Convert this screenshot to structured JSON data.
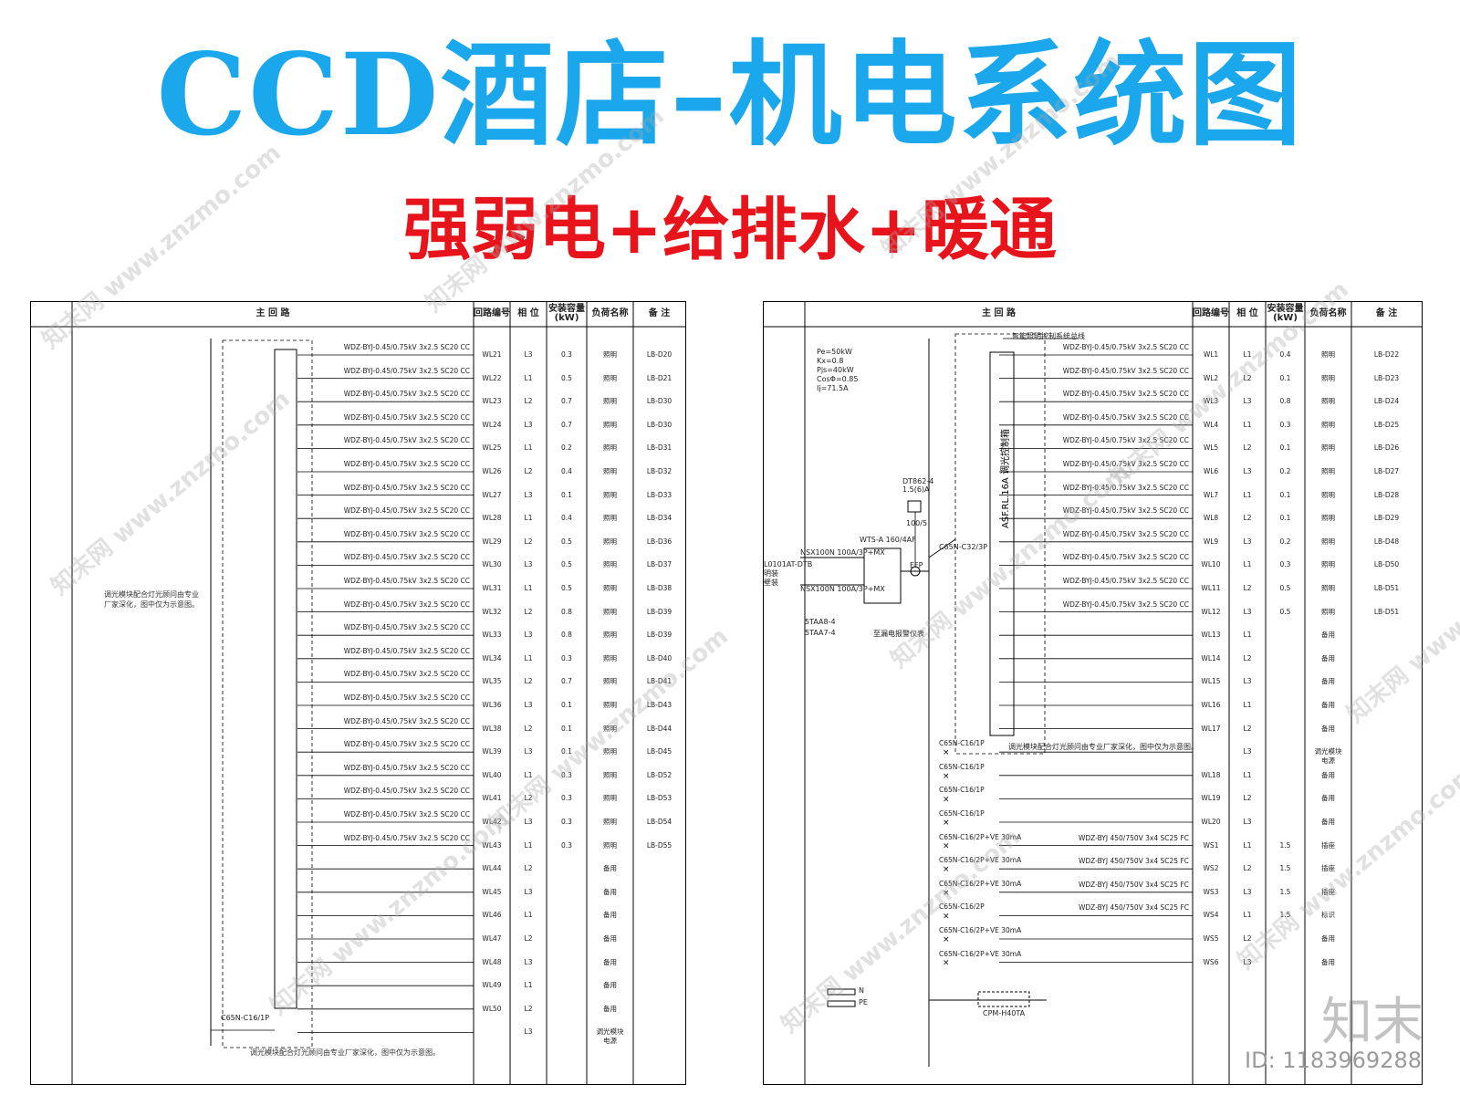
{
  "title": "CCD酒店–机电系统图",
  "subtitle": "强弱电+给排水+暖通",
  "colors": {
    "title": "#1aa7ec",
    "subtitle": "#e8141c",
    "line": "#000000"
  },
  "table_headers": {
    "main_circuit": "主 回 路",
    "circuit_no": "回路编号",
    "phase": "相 位",
    "capacity": "安装容量\n(kW)",
    "load_name": "负荷名称",
    "remark": "备 注"
  },
  "left": {
    "side_note": "调光模块配合灯光顾问由专业\n厂家深化，图中仅为示意图。",
    "bottom_note": "调光模块配合灯光顾问由专业厂家深化，图中仅为示意图。",
    "breaker": "C65N-C16/1P",
    "rows": [
      {
        "cable": "WDZ-BYJ-0.45/0.75kV 3x2.5 SC20 CC",
        "no": "WL21",
        "phase": "L3",
        "kw": "0.3",
        "load": "照明",
        "remark": "LB-D20"
      },
      {
        "cable": "WDZ-BYJ-0.45/0.75kV 3x2.5 SC20 CC",
        "no": "WL22",
        "phase": "L1",
        "kw": "0.5",
        "load": "照明",
        "remark": "LB-D21"
      },
      {
        "cable": "WDZ-BYJ-0.45/0.75kV 3x2.5 SC20 CC",
        "no": "WL23",
        "phase": "L2",
        "kw": "0.7",
        "load": "照明",
        "remark": "LB-D30"
      },
      {
        "cable": "WDZ-BYJ-0.45/0.75kV 3x2.5 SC20 CC",
        "no": "WL24",
        "phase": "L3",
        "kw": "0.7",
        "load": "照明",
        "remark": "LB-D30"
      },
      {
        "cable": "WDZ-BYJ-0.45/0.75kV 3x2.5 SC20 CC",
        "no": "WL25",
        "phase": "L1",
        "kw": "0.2",
        "load": "照明",
        "remark": "LB-D31"
      },
      {
        "cable": "WDZ-BYJ-0.45/0.75kV 3x2.5 SC20 CC",
        "no": "WL26",
        "phase": "L2",
        "kw": "0.4",
        "load": "照明",
        "remark": "LB-D32"
      },
      {
        "cable": "WDZ-BYJ-0.45/0.75kV 3x2.5 SC20 CC",
        "no": "WL27",
        "phase": "L3",
        "kw": "0.1",
        "load": "照明",
        "remark": "LB-D33"
      },
      {
        "cable": "WDZ-BYJ-0.45/0.75kV 3x2.5 SC20 CC",
        "no": "WL28",
        "phase": "L1",
        "kw": "0.4",
        "load": "照明",
        "remark": "LB-D34"
      },
      {
        "cable": "WDZ-BYJ-0.45/0.75kV 3x2.5 SC20 CC",
        "no": "WL29",
        "phase": "L2",
        "kw": "0.5",
        "load": "照明",
        "remark": "LB-D36"
      },
      {
        "cable": "WDZ-BYJ-0.45/0.75kV 3x2.5 SC20 CC",
        "no": "WL30",
        "phase": "L3",
        "kw": "0.5",
        "load": "照明",
        "remark": "LB-D37"
      },
      {
        "cable": "WDZ-BYJ-0.45/0.75kV 3x2.5 SC20 CC",
        "no": "WL31",
        "phase": "L1",
        "kw": "0.5",
        "load": "照明",
        "remark": "LB-D38"
      },
      {
        "cable": "WDZ-BYJ-0.45/0.75kV 3x2.5 SC20 CC",
        "no": "WL32",
        "phase": "L2",
        "kw": "0.8",
        "load": "照明",
        "remark": "LB-D39"
      },
      {
        "cable": "WDZ-BYJ-0.45/0.75kV 3x2.5 SC20 CC",
        "no": "WL33",
        "phase": "L3",
        "kw": "0.8",
        "load": "照明",
        "remark": "LB-D39"
      },
      {
        "cable": "WDZ-BYJ-0.45/0.75kV 3x2.5 SC20 CC",
        "no": "WL34",
        "phase": "L1",
        "kw": "0.3",
        "load": "照明",
        "remark": "LB-D40"
      },
      {
        "cable": "WDZ-BYJ-0.45/0.75kV 3x2.5 SC20 CC",
        "no": "WL35",
        "phase": "L2",
        "kw": "0.7",
        "load": "照明",
        "remark": "LB-D41"
      },
      {
        "cable": "WDZ-BYJ-0.45/0.75kV 3x2.5 SC20 CC",
        "no": "WL36",
        "phase": "L3",
        "kw": "0.1",
        "load": "照明",
        "remark": "LB-D43"
      },
      {
        "cable": "WDZ-BYJ-0.45/0.75kV 3x2.5 SC20 CC",
        "no": "WL38",
        "phase": "L2",
        "kw": "0.1",
        "load": "照明",
        "remark": "LB-D44"
      },
      {
        "cable": "WDZ-BYJ-0.45/0.75kV 3x2.5 SC20 CC",
        "no": "WL39",
        "phase": "L3",
        "kw": "0.1",
        "load": "照明",
        "remark": "LB-D45"
      },
      {
        "cable": "WDZ-BYJ-0.45/0.75kV 3x2.5 SC20 CC",
        "no": "WL40",
        "phase": "L1",
        "kw": "0.3",
        "load": "照明",
        "remark": "LB-D52"
      },
      {
        "cable": "WDZ-BYJ-0.45/0.75kV 3x2.5 SC20 CC",
        "no": "WL41",
        "phase": "L2",
        "kw": "0.3",
        "load": "照明",
        "remark": "LB-D53"
      },
      {
        "cable": "WDZ-BYJ-0.45/0.75kV 3x2.5 SC20 CC",
        "no": "WL42",
        "phase": "L3",
        "kw": "0.3",
        "load": "照明",
        "remark": "LB-D54"
      },
      {
        "cable": "WDZ-BYJ-0.45/0.75kV 3x2.5 SC20 CC",
        "no": "WL43",
        "phase": "L1",
        "kw": "0.3",
        "load": "照明",
        "remark": "LB-D55"
      },
      {
        "cable": "",
        "no": "WL44",
        "phase": "L2",
        "kw": "",
        "load": "备用",
        "remark": ""
      },
      {
        "cable": "",
        "no": "WL45",
        "phase": "L3",
        "kw": "",
        "load": "备用",
        "remark": ""
      },
      {
        "cable": "",
        "no": "WL46",
        "phase": "L1",
        "kw": "",
        "load": "备用",
        "remark": ""
      },
      {
        "cable": "",
        "no": "WL47",
        "phase": "L2",
        "kw": "",
        "load": "备用",
        "remark": ""
      },
      {
        "cable": "",
        "no": "WL48",
        "phase": "L3",
        "kw": "",
        "load": "备用",
        "remark": ""
      },
      {
        "cable": "",
        "no": "WL49",
        "phase": "L1",
        "kw": "",
        "load": "备用",
        "remark": ""
      },
      {
        "cable": "",
        "no": "WL50",
        "phase": "L2",
        "kw": "",
        "load": "备用",
        "remark": ""
      },
      {
        "cable": "",
        "no": "",
        "phase": "L3",
        "kw": "",
        "load": "调光模块\n电源",
        "remark": ""
      }
    ]
  },
  "right": {
    "params": "Pe=50kW\nKx=0.8\nPjs=40kW\nCosΦ=0.85\nIj=71.5A",
    "panel_id": "L0101AT-DTB\n明装\n壁装",
    "meter": "DT862-4\n1.5(6)A",
    "ct": "100/5",
    "ats": "WTS-A 160/4AF",
    "efp": "EFP",
    "breaker_main1": "NSX100N 100A/3P+MX",
    "breaker_main2": "NSX100N 100A/3P+MX",
    "aux1": "5TAA8-4",
    "aux2": "5TAA7-4",
    "alarm": "至漏电报警仪表",
    "c65_main": "C65N-C32/3P",
    "control_bus": "智能照明控制系统总线",
    "dimmer_box": "ASF.RL.16A 调光控制箱",
    "dimmer_note": "调光模块配合灯光顾问由专业厂家深化，图中仅为示意图。",
    "spd": "CPM-H40TA",
    "n_label": "N",
    "pe_label": "PE",
    "rows": [
      {
        "cable": "WDZ-BYJ-0.45/0.75kV 3x2.5 SC20 CC",
        "breaker": "",
        "no": "WL1",
        "phase": "L1",
        "kw": "0.4",
        "load": "照明",
        "remark": "LB-D22"
      },
      {
        "cable": "WDZ-BYJ-0.45/0.75kV 3x2.5 SC20 CC",
        "breaker": "",
        "no": "WL2",
        "phase": "L2",
        "kw": "0.1",
        "load": "照明",
        "remark": "LB-D23"
      },
      {
        "cable": "WDZ-BYJ-0.45/0.75kV 3x2.5 SC20 CC",
        "breaker": "",
        "no": "WL3",
        "phase": "L3",
        "kw": "0.8",
        "load": "照明",
        "remark": "LB-D24"
      },
      {
        "cable": "WDZ-BYJ-0.45/0.75kV 3x2.5 SC20 CC",
        "breaker": "",
        "no": "WL4",
        "phase": "L1",
        "kw": "0.3",
        "load": "照明",
        "remark": "LB-D25"
      },
      {
        "cable": "WDZ-BYJ-0.45/0.75kV 3x2.5 SC20 CC",
        "breaker": "",
        "no": "WL5",
        "phase": "L2",
        "kw": "0.1",
        "load": "照明",
        "remark": "LB-D26"
      },
      {
        "cable": "WDZ-BYJ-0.45/0.75kV 3x2.5 SC20 CC",
        "breaker": "",
        "no": "WL6",
        "phase": "L3",
        "kw": "0.2",
        "load": "照明",
        "remark": "LB-D27"
      },
      {
        "cable": "WDZ-BYJ-0.45/0.75kV 3x2.5 SC20 CC",
        "breaker": "",
        "no": "WL7",
        "phase": "L1",
        "kw": "0.1",
        "load": "照明",
        "remark": "LB-D28"
      },
      {
        "cable": "WDZ-BYJ-0.45/0.75kV 3x2.5 SC20 CC",
        "breaker": "",
        "no": "WL8",
        "phase": "L2",
        "kw": "0.1",
        "load": "照明",
        "remark": "LB-D29"
      },
      {
        "cable": "WDZ-BYJ-0.45/0.75kV 3x2.5 SC20 CC",
        "breaker": "",
        "no": "WL9",
        "phase": "L3",
        "kw": "0.2",
        "load": "照明",
        "remark": "LB-D48"
      },
      {
        "cable": "WDZ-BYJ-0.45/0.75kV 3x2.5 SC20 CC",
        "breaker": "",
        "no": "WL10",
        "phase": "L1",
        "kw": "0.3",
        "load": "照明",
        "remark": "LB-D50"
      },
      {
        "cable": "WDZ-BYJ-0.45/0.75kV 3x2.5 SC20 CC",
        "breaker": "",
        "no": "WL11",
        "phase": "L2",
        "kw": "0.5",
        "load": "照明",
        "remark": "LB-D51"
      },
      {
        "cable": "WDZ-BYJ-0.45/0.75kV 3x2.5 SC20 CC",
        "breaker": "",
        "no": "WL12",
        "phase": "L3",
        "kw": "0.5",
        "load": "照明",
        "remark": "LB-D51"
      },
      {
        "cable": "",
        "breaker": "",
        "no": "WL13",
        "phase": "L1",
        "kw": "",
        "load": "备用",
        "remark": ""
      },
      {
        "cable": "",
        "breaker": "",
        "no": "WL14",
        "phase": "L2",
        "kw": "",
        "load": "备用",
        "remark": ""
      },
      {
        "cable": "",
        "breaker": "",
        "no": "WL15",
        "phase": "L3",
        "kw": "",
        "load": "备用",
        "remark": ""
      },
      {
        "cable": "",
        "breaker": "",
        "no": "WL16",
        "phase": "L1",
        "kw": "",
        "load": "备用",
        "remark": ""
      },
      {
        "cable": "",
        "breaker": "",
        "no": "WL17",
        "phase": "L2",
        "kw": "",
        "load": "备用",
        "remark": ""
      },
      {
        "cable": "",
        "breaker": "C65N-C16/1P",
        "no": "",
        "phase": "L3",
        "kw": "",
        "load": "调光模块\n电源",
        "remark": ""
      },
      {
        "cable": "",
        "breaker": "C65N-C16/1P",
        "no": "WL18",
        "phase": "L1",
        "kw": "",
        "load": "备用",
        "remark": ""
      },
      {
        "cable": "",
        "breaker": "C65N-C16/1P",
        "no": "WL19",
        "phase": "L2",
        "kw": "",
        "load": "备用",
        "remark": ""
      },
      {
        "cable": "",
        "breaker": "C65N-C16/1P",
        "no": "WL20",
        "phase": "L3",
        "kw": "",
        "load": "备用",
        "remark": ""
      },
      {
        "cable": "WDZ-BYJ 450/750V 3x4 SC25 FC",
        "breaker": "C65N-C16/2P+VE 30mA",
        "no": "WS1",
        "phase": "L1",
        "kw": "1.5",
        "load": "插座",
        "remark": ""
      },
      {
        "cable": "WDZ-BYJ 450/750V 3x4 SC25 FC",
        "breaker": "C65N-C16/2P+VE 30mA",
        "no": "WS2",
        "phase": "L2",
        "kw": "1.5",
        "load": "插座",
        "remark": ""
      },
      {
        "cable": "WDZ-BYJ 450/750V 3x4 SC25 FC",
        "breaker": "C65N-C16/2P+VE 30mA",
        "no": "WS3",
        "phase": "L3",
        "kw": "1.5",
        "load": "插座",
        "remark": ""
      },
      {
        "cable": "WDZ-BYJ 450/750V 3x4 SC25 FC",
        "breaker": "C65N-C16/2P",
        "no": "WS4",
        "phase": "L1",
        "kw": "1.5",
        "load": "标识",
        "remark": ""
      },
      {
        "cable": "",
        "breaker": "C65N-C16/2P+VE 30mA",
        "no": "WS5",
        "phase": "L2",
        "kw": "",
        "load": "备用",
        "remark": ""
      },
      {
        "cable": "",
        "breaker": "C65N-C16/2P+VE 30mA",
        "no": "WS6",
        "phase": "L3",
        "kw": "",
        "load": "备用",
        "remark": ""
      }
    ]
  },
  "watermark_text": "知末网 www.znzmo.com",
  "brand_text": "知末",
  "id_text": "ID: 1183969288"
}
